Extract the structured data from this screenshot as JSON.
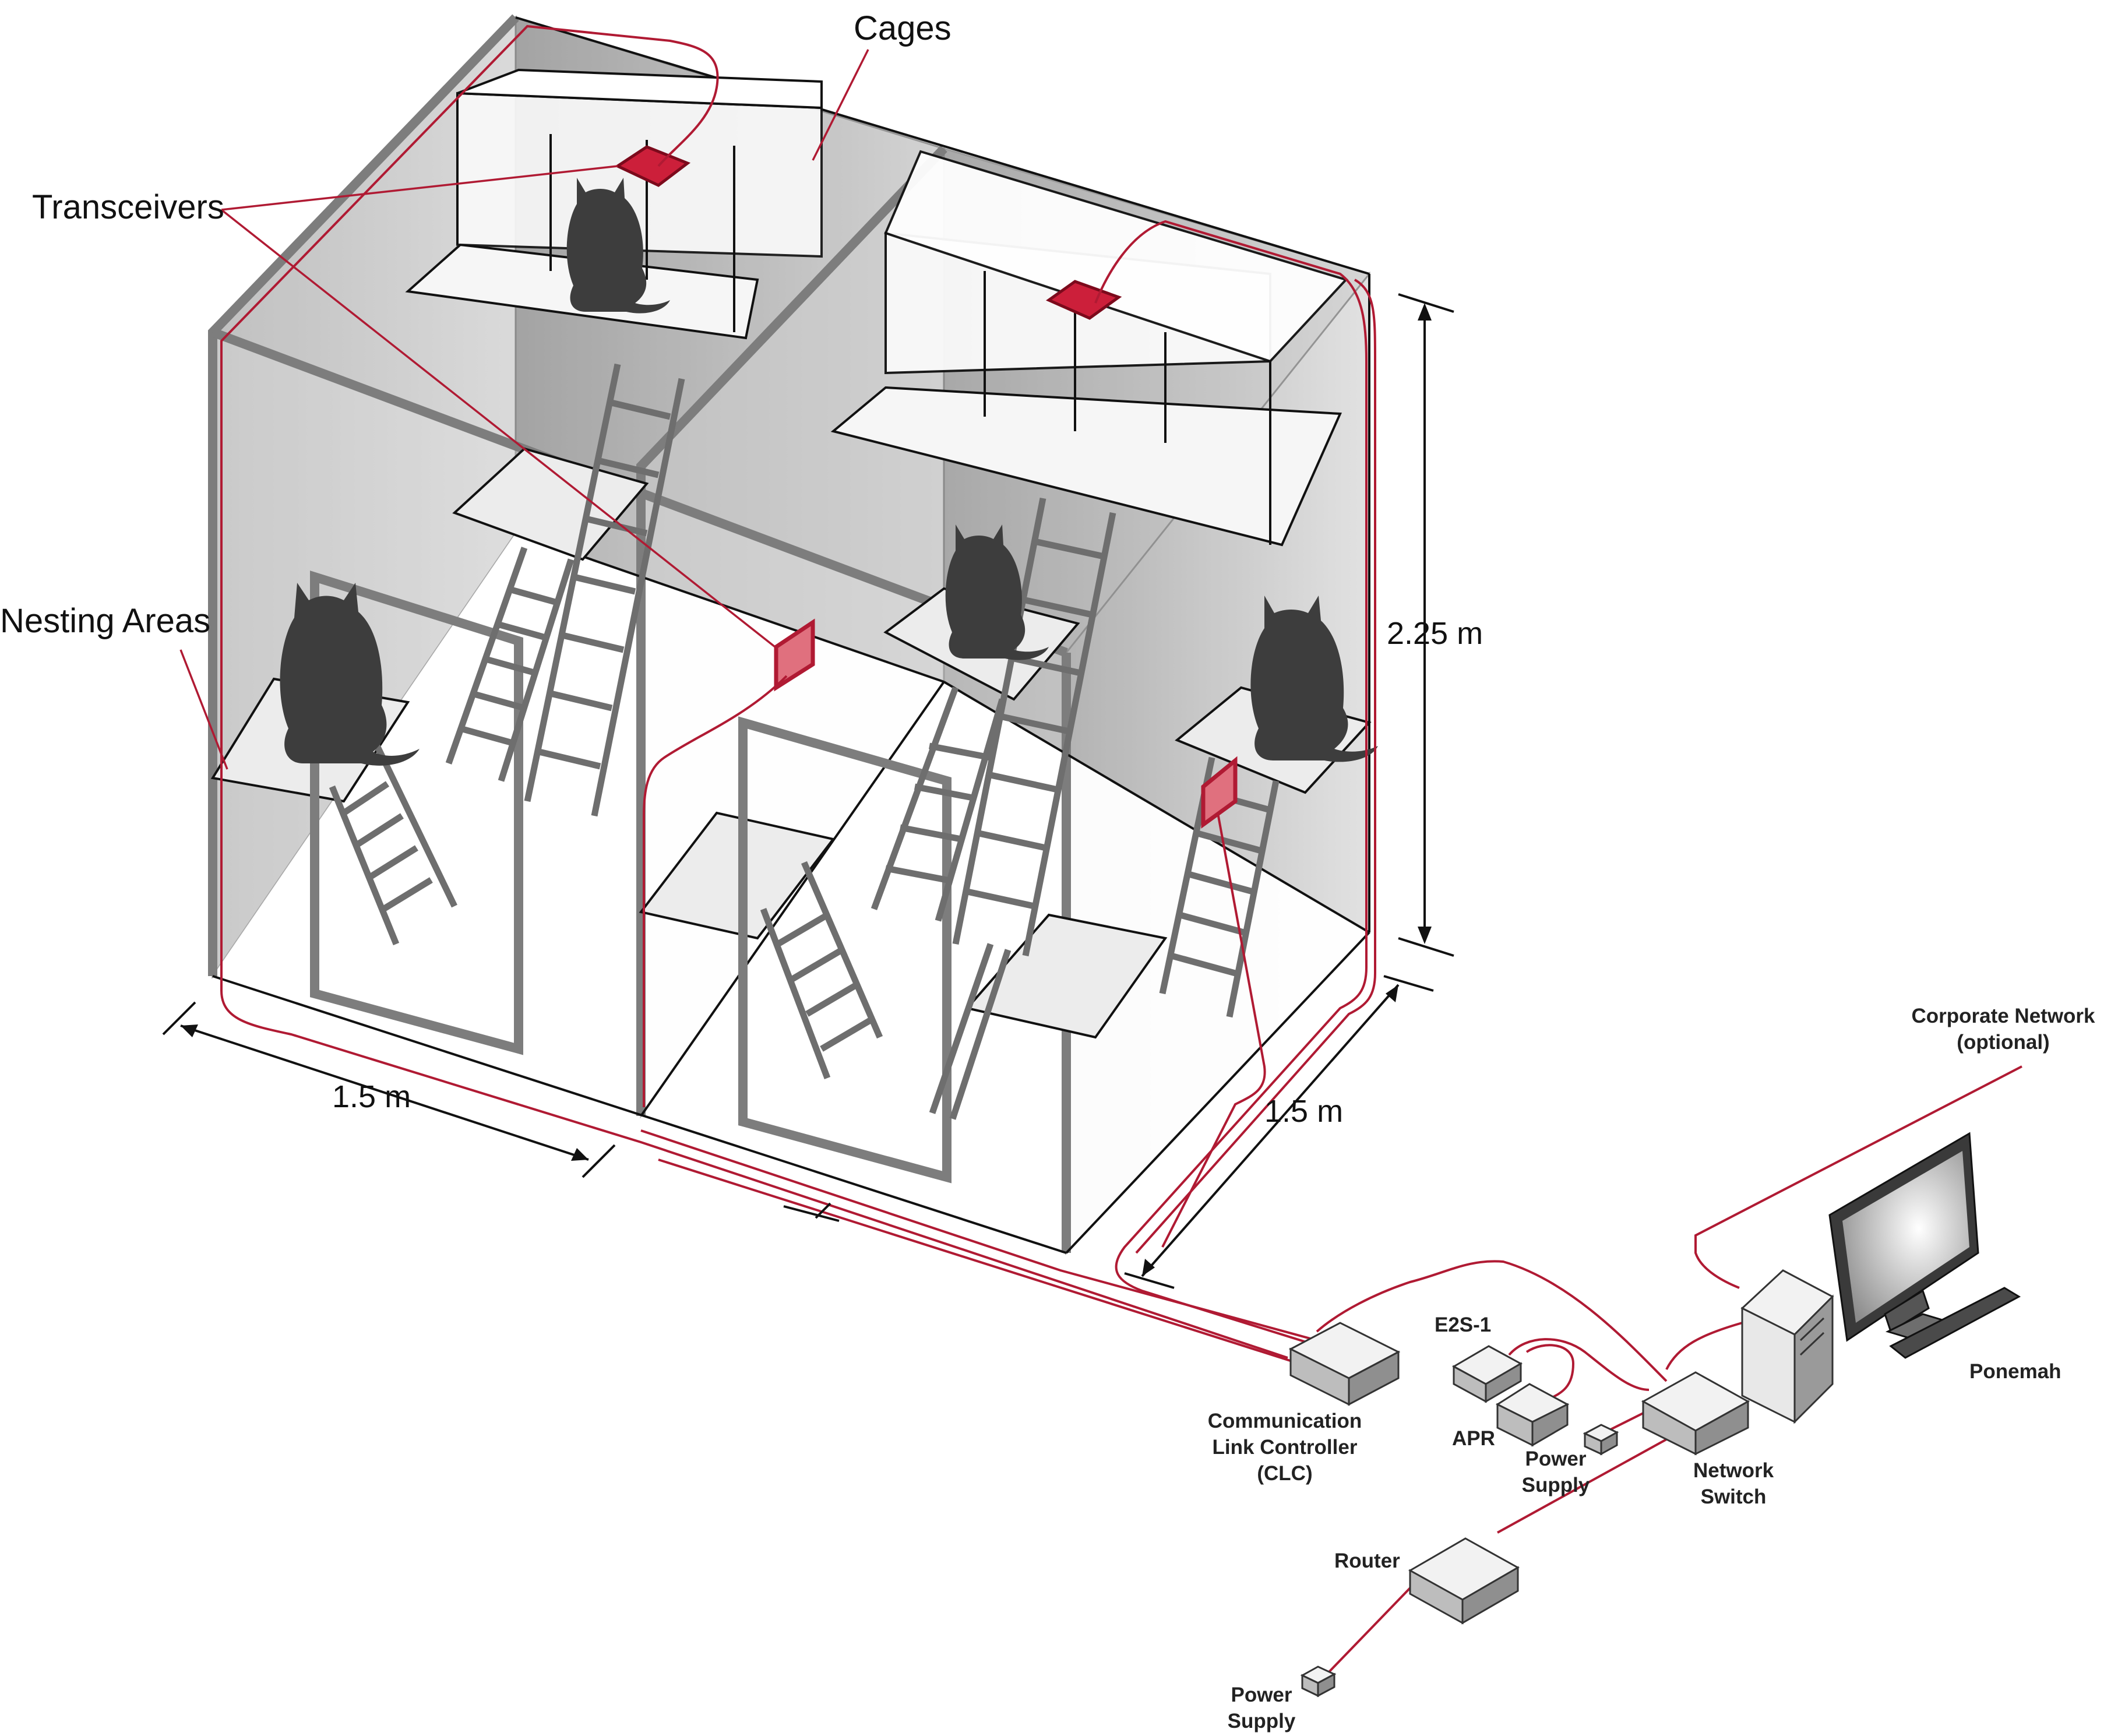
{
  "labels": {
    "cages": "Cages",
    "transceivers": "Transceivers",
    "nesting_areas": "Nesting Areas",
    "height": "2.25 m",
    "width_left": "1.5 m",
    "width_right": "1.5 m",
    "corporate_network_line1": "Corporate Network",
    "corporate_network_line2": "(optional)",
    "ponemah": "Ponemah",
    "e2s1": "E2S-1",
    "apr": "APR",
    "power_supply_mid_line1": "Power",
    "power_supply_mid_line2": "Supply",
    "network_switch_line1": "Network",
    "network_switch_line2": "Switch",
    "clc_line1": "Communication",
    "clc_line2": "Link Controller",
    "clc_line3": "(CLC)",
    "router": "Router",
    "power_supply_bottom_line1": "Power",
    "power_supply_bottom_line2": "Supply"
  },
  "colors": {
    "cable": "#b01a33",
    "transceiver": "#cc1f3a",
    "wall": "#c8c8c8",
    "silhouette": "#3d3d3d"
  },
  "icons": [
    "cat-silhouette",
    "ladder",
    "transceiver",
    "monitor",
    "computer-tower",
    "network-device"
  ]
}
